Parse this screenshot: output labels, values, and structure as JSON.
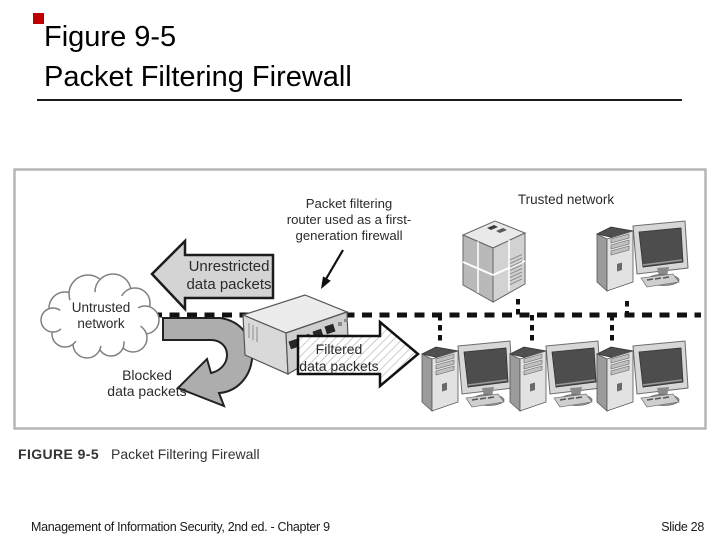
{
  "slide": {
    "accent_color": "#c00000",
    "title": {
      "line1": "Figure 9-5",
      "line2": "Packet Filtering Firewall"
    },
    "footer": {
      "left": "Management of Information Security, 2nd ed. - Chapter 9",
      "right": "Slide 28"
    }
  },
  "figure": {
    "caption": {
      "label": "FIGURE 9-5",
      "title": "Packet Filtering Firewall"
    },
    "diagram": {
      "untrusted_cloud": {
        "lines": [
          "Untrusted",
          "network"
        ]
      },
      "unrestricted_arrow": {
        "lines": [
          "Unrestricted",
          "data packets"
        ]
      },
      "blocked_arrow": {
        "lines": [
          "Blocked",
          "data packets"
        ]
      },
      "filtered_arrow": {
        "lines": [
          "Filtered",
          "data packets"
        ]
      },
      "router_note": {
        "lines": [
          "Packet filtering",
          "router used as a first-",
          "generation firewall"
        ]
      },
      "trusted_label": "Trusted network"
    }
  }
}
